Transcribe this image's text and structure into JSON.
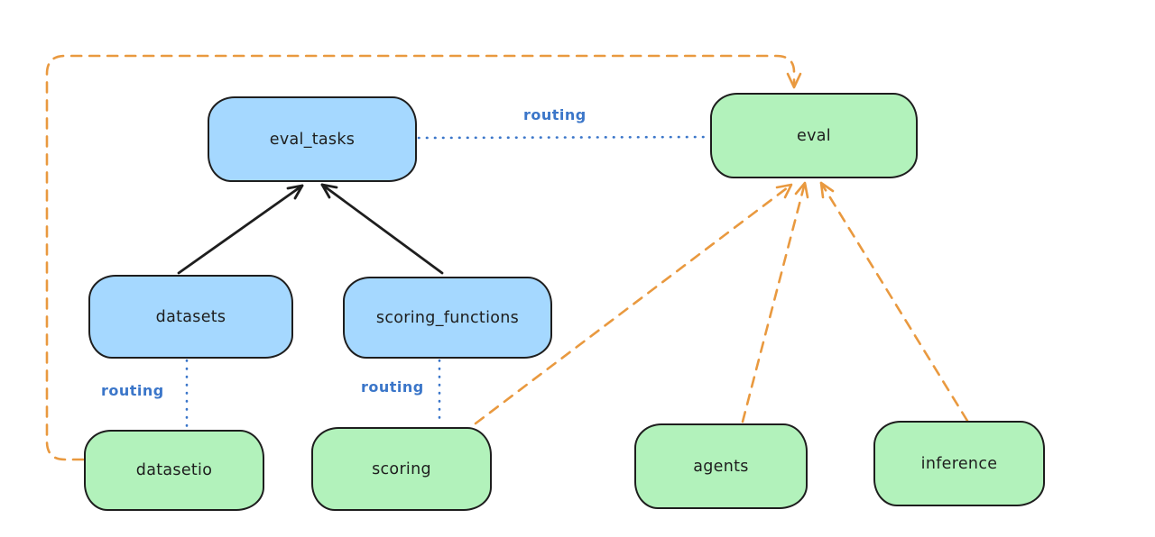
{
  "diagram": {
    "background_color": "#ffffff",
    "colors": {
      "blue_node_fill": "#a5d8ff",
      "green_node_fill": "#b2f2bb",
      "node_stroke": "#1e1e1e",
      "routing_blue": "#3b76c9",
      "orange_dashed": "#e9993f"
    },
    "nodes": [
      {
        "id": "eval_tasks",
        "label": "eval_tasks",
        "color": "blue"
      },
      {
        "id": "eval",
        "label": "eval",
        "color": "green"
      },
      {
        "id": "datasets",
        "label": "datasets",
        "color": "blue"
      },
      {
        "id": "scoring_functions",
        "label": "scoring_functions",
        "color": "blue"
      },
      {
        "id": "datasetio",
        "label": "datasetio",
        "color": "green"
      },
      {
        "id": "scoring",
        "label": "scoring",
        "color": "green"
      },
      {
        "id": "agents",
        "label": "agents",
        "color": "green"
      },
      {
        "id": "inference",
        "label": "inference",
        "color": "green"
      }
    ],
    "edges": [
      {
        "from": "datasets",
        "to": "eval_tasks",
        "style": "solid-arrow",
        "color": "black",
        "label": ""
      },
      {
        "from": "scoring_functions",
        "to": "eval_tasks",
        "style": "solid-arrow",
        "color": "black",
        "label": ""
      },
      {
        "from": "eval_tasks",
        "to": "eval",
        "style": "dotted",
        "color": "blue",
        "label": "routing"
      },
      {
        "from": "datasets",
        "to": "datasetio",
        "style": "dotted",
        "color": "blue",
        "label": "routing"
      },
      {
        "from": "scoring_functions",
        "to": "scoring",
        "style": "dotted",
        "color": "blue",
        "label": "routing"
      },
      {
        "from": "datasetio",
        "to": "eval",
        "style": "dashed-arrow",
        "color": "orange",
        "label": ""
      },
      {
        "from": "scoring",
        "to": "eval",
        "style": "dashed-arrow",
        "color": "orange",
        "label": ""
      },
      {
        "from": "agents",
        "to": "eval",
        "style": "dashed-arrow",
        "color": "orange",
        "label": ""
      },
      {
        "from": "inference",
        "to": "eval",
        "style": "dashed-arrow",
        "color": "orange",
        "label": ""
      }
    ]
  }
}
